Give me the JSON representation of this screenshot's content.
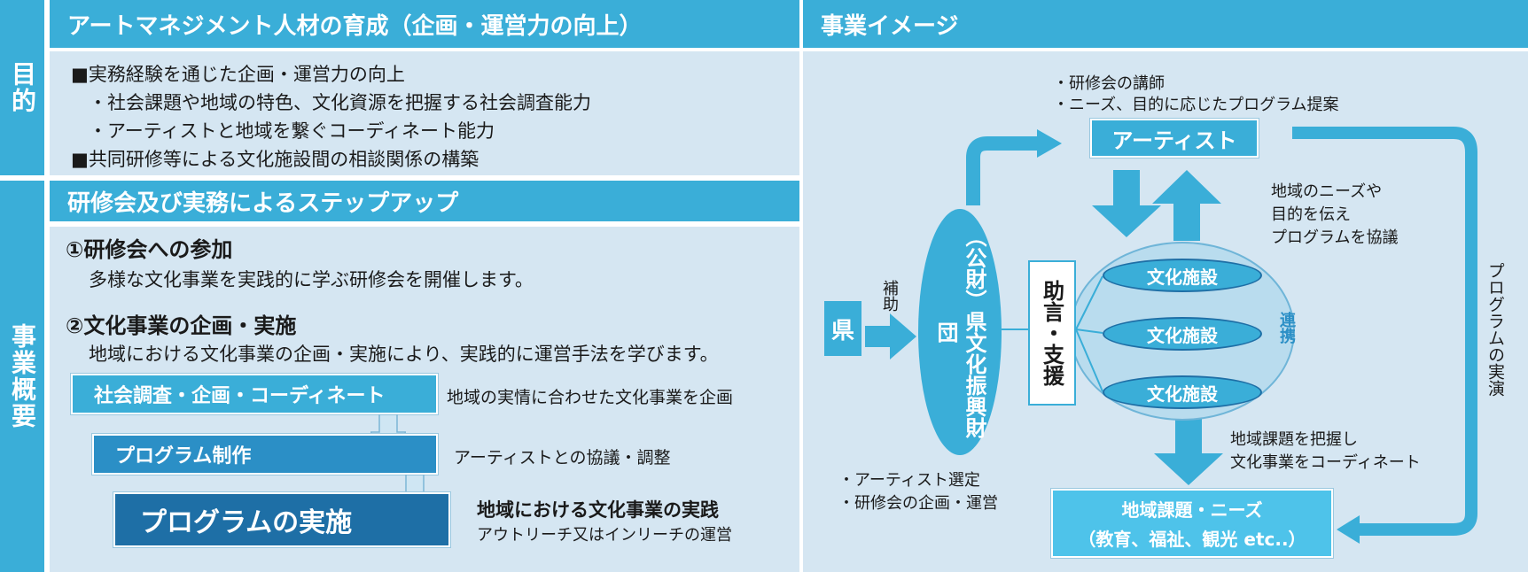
{
  "left": {
    "purpose_label": "目的",
    "purpose_header": "アートマネジメント人材の育成（企画・運営力の向上）",
    "purpose_items": [
      "■実務経験を通じた企画・運営力の向上",
      "・社会課題や地域の特色、文化資源を把握する社会調査能力",
      "・アーティストと地域を繋ぐコーディネート能力",
      "■共同研修等による文化施設間の相談関係の構築"
    ],
    "overview_label": "事業概要",
    "overview_header": "研修会及び実務によるステップアップ",
    "step1_title": "①研修会への参加",
    "step1_desc": "多様な文化事業を実践的に学ぶ研修会を開催します。",
    "step2_title": "②文化事業の企画・実施",
    "step2_desc": "地域における文化事業の企画・実施により、実践的に運営手法を学びます。",
    "flow": [
      {
        "label": "社会調査・企画・コーディネート",
        "note": "地域の実情に合わせた文化事業を企画",
        "note2": ""
      },
      {
        "label": "プログラム制作",
        "note": "アーティストとの協議・調整",
        "note2": ""
      },
      {
        "label": "プログラムの実施",
        "note": "地域における文化事業の実践",
        "note2": "アウトリーチ又はインリーチの運営"
      }
    ]
  },
  "right": {
    "header": "事業イメージ",
    "prefecture": "県",
    "subsidy": "補助",
    "foundation": "（公財）県文化振興財団",
    "foundation_notes": [
      "・アーティスト選定",
      "・研修会の企画・運営"
    ],
    "artist": "アーティスト",
    "artist_notes": [
      "・研修会の講師",
      "・ニーズ、目的に応じたプログラム提案"
    ],
    "support": "助言・支援",
    "facilities": [
      "文化施設",
      "文化施設",
      "文化施設"
    ],
    "cooperation": "連携",
    "needs_convey": [
      "地域のニーズや",
      "目的を伝え",
      "プログラムを協議"
    ],
    "issues_coord": [
      "地域課題を把握し",
      "文化事業をコーディネート"
    ],
    "regional": [
      "地域課題・ニーズ",
      "（教育、福祉、観光 etc..）"
    ],
    "program_perform": "プログラムの実演"
  },
  "colors": {
    "accent": "#3aaed8",
    "panel": "#d5e6f2",
    "dark": "#1e6fa6",
    "box": "#4ec3ea"
  }
}
